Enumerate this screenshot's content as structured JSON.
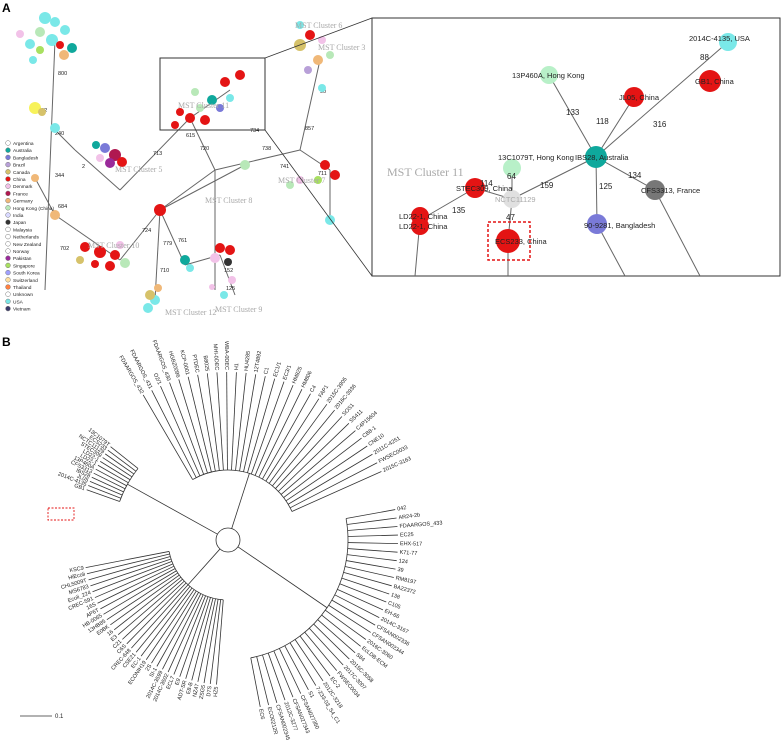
{
  "panels": {
    "a": "A",
    "b": "B"
  },
  "legend": [
    "Argentina",
    "Australia",
    "Bangladesh",
    "Brazil",
    "Canada",
    "China",
    "Denmark",
    "France",
    "Germany",
    "Hong Kong (China)",
    "India",
    "Japan",
    "Malaysia",
    "Netherlands",
    "New Zealand",
    "Norway",
    "Pakistan",
    "Singapore",
    "South Korea",
    "Switzerland",
    "Thailand",
    "Unknown",
    "USA",
    "Vietnam"
  ],
  "legend_colors": [
    "#ffffff",
    "#0fa89c",
    "#7a7ad8",
    "#b8a0d8",
    "#d6c26a",
    "#e41414",
    "#f2c2e8",
    "#b01850",
    "#f0b878",
    "#b8e8b8",
    "#d8d8ff",
    "#333333",
    "#ffffff",
    "#ffffff",
    "#ffffff",
    "#ffffff",
    "#9a2a9a",
    "#a8e060",
    "#a0a0ff",
    "#ffe0a0",
    "#ff8040",
    "#ffffff",
    "#7ae8e8",
    "#3a3a6a"
  ],
  "mst_small_labels": [
    "MST Cluster 6",
    "MST Cluster 3",
    "MST Cluster 11",
    "MST Cluster 5",
    "MST Cluster 8",
    "MST Cluster 7",
    "MST Cluster 10",
    "MST Cluster 12",
    "MST Cluster 9"
  ],
  "overview_edge_labels": [
    "800",
    "782",
    "240",
    "2",
    "344",
    "684",
    "702",
    "713",
    "720",
    "734",
    "738",
    "761",
    "779",
    "724",
    "857",
    "741",
    "711",
    "710",
    "152",
    "125",
    "90",
    "615"
  ],
  "zoom": {
    "cluster_label": "MST Cluster 11",
    "nodes": {
      "usa": "2014C-4135, USA",
      "hk13p": "13P460A, Hong Kong",
      "jl05": "JL05, China",
      "gb1": "GB1, China",
      "ibs": "IBS28, Australia",
      "hk13c": "13C1079T, Hong Kong",
      "stec": "STEC309, China",
      "nctc": "NCTC11129",
      "cfs": "CFS3313, France",
      "ld221": "LD22-1, China",
      "ld222": "LD22-1, China",
      "ecs": "ECS233, China",
      "bgd": "90-9281, Bangladesh"
    },
    "edges": [
      "88",
      "133",
      "118",
      "316",
      "64",
      "114",
      "159",
      "125",
      "134",
      "135",
      "47"
    ]
  },
  "tree_leaves_top": [
    "GB1",
    "2014C-4135",
    "JL05",
    "IBS28",
    "CFS3313",
    "13P460A",
    "LD22-1",
    "LD22-1",
    "STEC309",
    "NCTC11129",
    "ECS233",
    "13C1079T"
  ],
  "tree_leaves_upper": [
    "FDAARGOS_432",
    "FDAARGOS_431",
    "O2/1",
    "FDAARGOS_430",
    "HGBZ0096",
    "KCP-0001",
    "PTDEC",
    "B8025",
    "MHI-0DEC",
    "WBA-0DEC",
    "H1",
    "HU4285",
    "12T4892",
    "C1",
    "EC1/1",
    "EC3/1",
    "HM825",
    "HM806",
    "C4",
    "FAP1",
    "2015C-3905",
    "2016C-3936",
    "SOS1",
    "SS411",
    "C4P15604",
    "CB8-1",
    "CNE10",
    "2011C-4251",
    "FWSEC0033",
    "2015C-3163"
  ],
  "tree_leaves_left": [
    "KSC9",
    "HiEcoli",
    "CHL5009T",
    "MS6783",
    "Ecoli_224",
    "CREC-591",
    "16S",
    "AP6T",
    "HB-0065",
    "13HB85",
    "E0BK",
    "16",
    "E3",
    "C21",
    "C6S",
    "CREC-648",
    "CSE21",
    "EC-1",
    "ECONIH19",
    "2S",
    "SI-1",
    "2014C-3599",
    "2014C-3502",
    "ECL7",
    "E9",
    "ADT-SR",
    "E8-B",
    "NZ47",
    "ZSG5",
    "D7S",
    "HZ5"
  ],
  "tree_leaves_right": [
    "042",
    "AR24-2b",
    "FDAARGOS_433",
    "EC25",
    "EHX-517",
    "K71-77",
    "124",
    "39",
    "RM8197",
    "BA22372",
    "138",
    "C105",
    "EH-66",
    "2014C-3167",
    "CFSAN002336",
    "CFSAN002344",
    "2016C-3060",
    "EcLDB-ECM",
    "S84",
    "2015C-3058",
    "2017C-3007",
    "FWSEC0034",
    "EC-2",
    "2012C-3218",
    "7-233-03_S4_C1",
    "S1",
    "CFSAN027350",
    "CFSAN027343",
    "2012C-3277",
    "CFSAN002345",
    "ECO0212R",
    "EC6"
  ],
  "scale_label": "0.1"
}
